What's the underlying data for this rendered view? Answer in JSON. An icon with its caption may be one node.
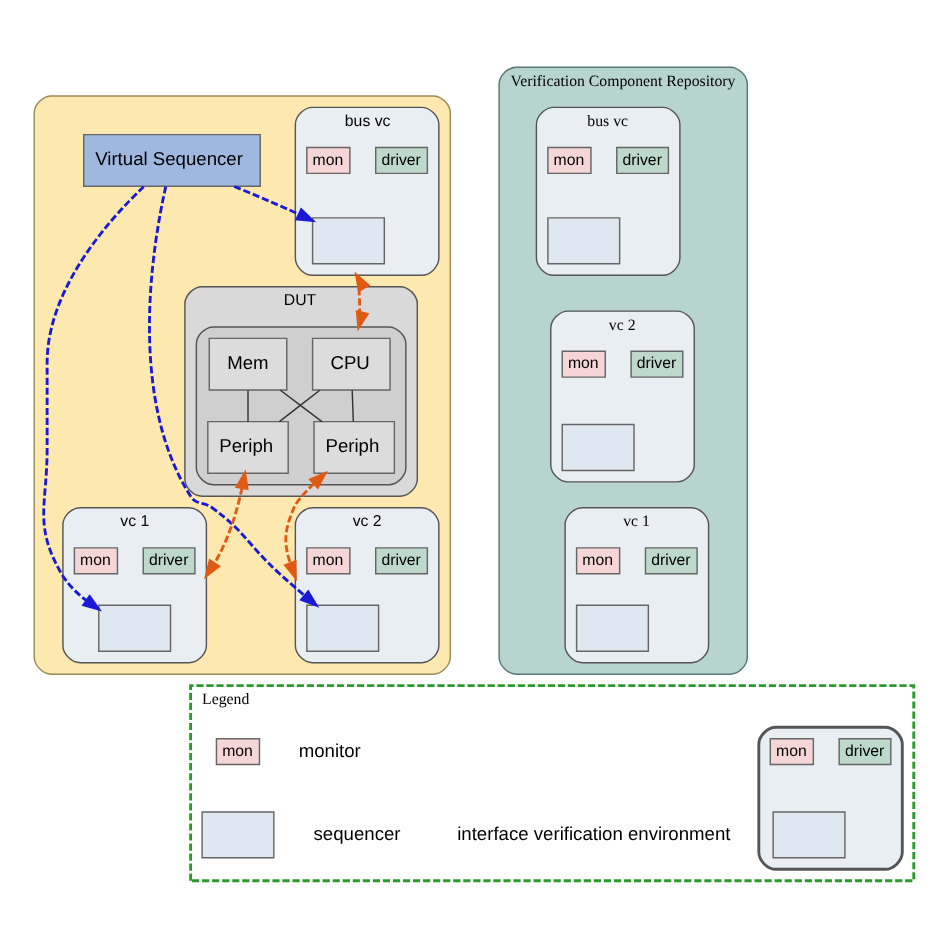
{
  "diagram": {
    "nodes": [
      {
        "text": [],
        "shape": "box"
      },
      {
        "text": [
          "bus vc"
        ],
        "in": 0
      },
      {
        "text": [
          "mon"
        ],
        "in": 1
      },
      {
        "text": [
          "driver"
        ],
        "in": 1
      },
      {
        "text": [],
        "shape": "box",
        "in": 1
      },
      {
        "text": [
          "Virtual Sequencer"
        ],
        "in": 0
      },
      {
        "text": [
          "DUT"
        ],
        "in": 0
      },
      {
        "text": [],
        "shape": "box",
        "in": 6
      },
      {
        "text": [
          "CPU"
        ],
        "in": 7
      },
      {
        "text": [
          "Mem"
        ],
        "in": 7
      },
      {
        "text": [
          "Periph"
        ],
        "in": 7
      },
      {
        "text": [
          "Periph"
        ],
        "in": 7
      },
      {
        "text": [
          "vc 2"
        ],
        "in": 0
      },
      {
        "text": [
          "mon"
        ],
        "in": 12
      },
      {
        "text": [
          "driver"
        ],
        "in": 12
      },
      {
        "text": [],
        "shape": "box",
        "in": 12
      },
      {
        "text": [
          "vc 1"
        ],
        "in": 0
      },
      {
        "text": [
          "mon"
        ],
        "in": 16
      },
      {
        "text": [
          "driver"
        ],
        "in": 16
      },
      {
        "text": [],
        "shape": "box",
        "in": 16
      },
      {
        "text": [
          "Verification Component Repository"
        ]
      },
      {
        "text": [
          "bus vc"
        ],
        "in": 20
      },
      {
        "text": [
          "mon"
        ],
        "in": 21
      },
      {
        "text": [
          "driver"
        ],
        "in": 21
      },
      {
        "text": [],
        "shape": "box",
        "in": 21
      },
      {
        "text": [
          "vc 2"
        ],
        "in": 20
      },
      {
        "text": [
          "mon"
        ],
        "in": 25
      },
      {
        "text": [
          "driver"
        ],
        "in": 25
      },
      {
        "text": [],
        "shape": "box",
        "in": 25
      },
      {
        "text": [
          "vc 1"
        ],
        "in": 20
      },
      {
        "text": [
          "mon"
        ],
        "in": 29
      },
      {
        "text": [
          "driver"
        ],
        "in": 29
      },
      {
        "text": [],
        "shape": "box",
        "in": 29
      },
      {
        "text": [
          "Legend"
        ]
      },
      {
        "text": [
          "mon"
        ],
        "in": 33,
        "beside": [
          "monitor"
        ]
      },
      {
        "text": [],
        "shape": "box",
        "in": 33,
        "beside": [
          "sequencer"
        ]
      },
      {
        "text": [],
        "shape": "box",
        "in": 33,
        "beside": [
          "interface verification environment"
        ]
      },
      {
        "text": [
          "mon"
        ],
        "in": 36
      },
      {
        "text": [
          "driver"
        ],
        "in": 36
      },
      {
        "text": [],
        "shape": "box",
        "in": 36
      }
    ],
    "edges": [
      {
        "from": 5,
        "to": 4,
        "arrow": "to",
        "style": "dashed",
        "color": "#1a1ad6"
      },
      {
        "from": 5,
        "to": 15,
        "arrow": "to",
        "style": "dashed",
        "color": "#1a1ad6"
      },
      {
        "from": 5,
        "to": 19,
        "arrow": "to",
        "style": "dashed",
        "color": "#1a1ad6"
      },
      {
        "from": 1,
        "to": 7,
        "arrow": "both",
        "style": "dashed",
        "color": "#e05a14"
      },
      {
        "from": 8,
        "to": 10,
        "arrow": "none"
      },
      {
        "from": 8,
        "to": 11,
        "arrow": "none"
      },
      {
        "from": 9,
        "to": 10,
        "arrow": "none"
      },
      {
        "from": 9,
        "to": 11,
        "arrow": "none"
      },
      {
        "from": 10,
        "to": 12,
        "arrow": "both",
        "style": "dashed",
        "color": "#e05a14"
      },
      {
        "from": 11,
        "to": 16,
        "arrow": "both",
        "style": "dashed",
        "color": "#e05a14"
      }
    ]
  }
}
